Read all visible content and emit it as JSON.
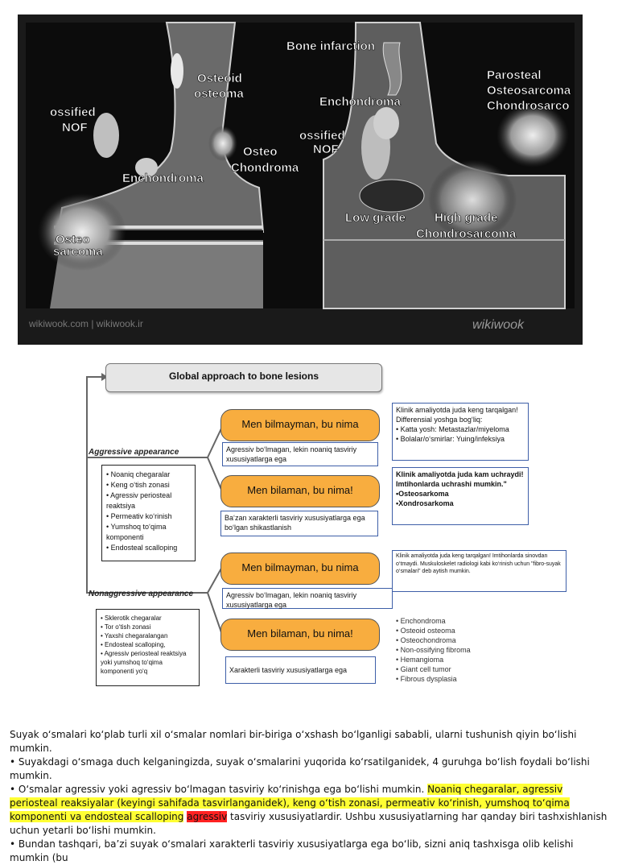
{
  "xray_labels": {
    "bone_infarction": "Bone infarction",
    "osteoid_osteoma": [
      "Osteoid",
      "osteoma"
    ],
    "ossified_nof_left": [
      "ossified",
      "NOF"
    ],
    "enchondroma_left": "Enchondroma",
    "osteo_chondroma": [
      "Osteo",
      "Chondroma"
    ],
    "osteo_sarcoma": [
      "Osteo",
      "sarcoma"
    ],
    "enchondroma_right": "Enchondroma",
    "ossified_nof_right": [
      "ossified",
      "NOF"
    ],
    "parosteal": [
      "Parosteal",
      "Osteosarcoma",
      "Chondrosarco"
    ],
    "low_grade": "Low grade",
    "high_grade": [
      "High grade",
      "Chondrosarcoma"
    ],
    "watermark_left": "wikiwook.com | wikiwook.ir",
    "watermark_right": "wikiwook"
  },
  "diagram": {
    "title": "Global approach to bone lesions",
    "aggressive_label": "Aggressive appearance",
    "nonaggressive_label": "Nonaggressive appearance",
    "aggressive_features": [
      "• Noaniq chegaralar",
      "• Keng o‘tish zonasi",
      "• Agressiv periosteal reaktsiya",
      "• Permeativ ko‘rinish",
      "• Yumshoq to‘qima komponenti",
      "• Endosteal scalloping"
    ],
    "nonaggressive_features": [
      "• Sklerotik chegaralar",
      "• Tor o‘tish zonasi",
      "• Yaxshi chegaralangan",
      "• Endosteal scalloping,",
      "• Agressiv periosteal reaktsiya yoki yumshoq to‘qima komponenti yo‘q"
    ],
    "pill1": "Men bilmayman, bu nima",
    "pill2": "Men bilaman, bu nima!",
    "pill3": "Men bilmayman, bu nima",
    "pill4": "Men bilaman, bu nima!",
    "sub1": "Agressiv bo‘lmagan, lekin noaniq tasviriy xususiyatlarga ega",
    "sub2": "Ba‘zan xarakterli tasviriy xususiyatlarga ega bo‘lgan shikastlanish",
    "sub3": "Agressiv bo‘lmagan, lekin noaniq tasviriy xususiyatlarga ega",
    "sub4": "Xarakterli tasviriy xususiyatlarga ega",
    "note1": {
      "text": "Klinik amaliyotda juda keng tarqalgan! Differensial yoshga bog‘liq:",
      "items": [
        "• Katta yosh: Metastazlar/miyeloma",
        "• Bolalar/o‘smirlar: Yuing/infeksiya"
      ]
    },
    "note2": {
      "text": "Klinik amaliyotda juda kam uchraydi! Imtihonlarda uchrashi mumkin.\"",
      "items": [
        "•Osteosarkoma",
        "•Xondrosarkoma"
      ]
    },
    "note3": "Klinik amaliyotda juda keng tarqalgan! Imtihonlarda sinovdan o‘tmaydi. Muskuloskelet radiologi kabi ko‘rinish uchun \"fibro-suyak o‘smalari\" deb aytish mumkin.",
    "benign_list": [
      "• Enchondroma",
      "• Osteoid osteoma",
      "• Osteochondroma",
      "• Non-ossifying fibroma",
      "• Hemangioma",
      "• Giant cell tumor",
      "• Fibrous dysplasia"
    ]
  },
  "body": {
    "p1": "Suyak o‘smalari ko‘plab turli xil o‘smalar nomlari bir-biriga o‘xshash bo‘lganligi sababli, ularni tushunish qiyin bo‘lishi mumkin.",
    "p2": "• Suyakdagi o‘smaga duch kelganingizda, suyak o‘smalarini yuqorida ko‘rsatilganidek, 4 guruhga bo‘lish foydali bo‘lishi mumkin.",
    "p3_start": "• O‘smalar agressiv yoki agressiv bo‘lmagan tasviriy ko‘rinishga ega bo‘lishi mumkin. ",
    "p3_highlight": "Noaniq chegaralar, agressiv periosteal reaksiyalar (keyingi sahifada tasvirlanganidek), keng o‘tish zonasi, permeativ ko‘rinish, yumshoq to‘qima komponenti va endosteal scalloping",
    "p3_space": " ",
    "p3_red": "agressiv",
    "p3_end": " tasviriy xususiyatlardir. Ushbu xususiyatlarning har qanday biri tashxishlanish uchun yetarli bo‘lishi mumkin.",
    "p4": "• Bundan tashqari, ba’zi suyak o‘smalari xarakterli tasviriy xususiyatlarga ega bo‘lib, sizni aniq tashxisga olib kelishi mumkin (bu"
  }
}
